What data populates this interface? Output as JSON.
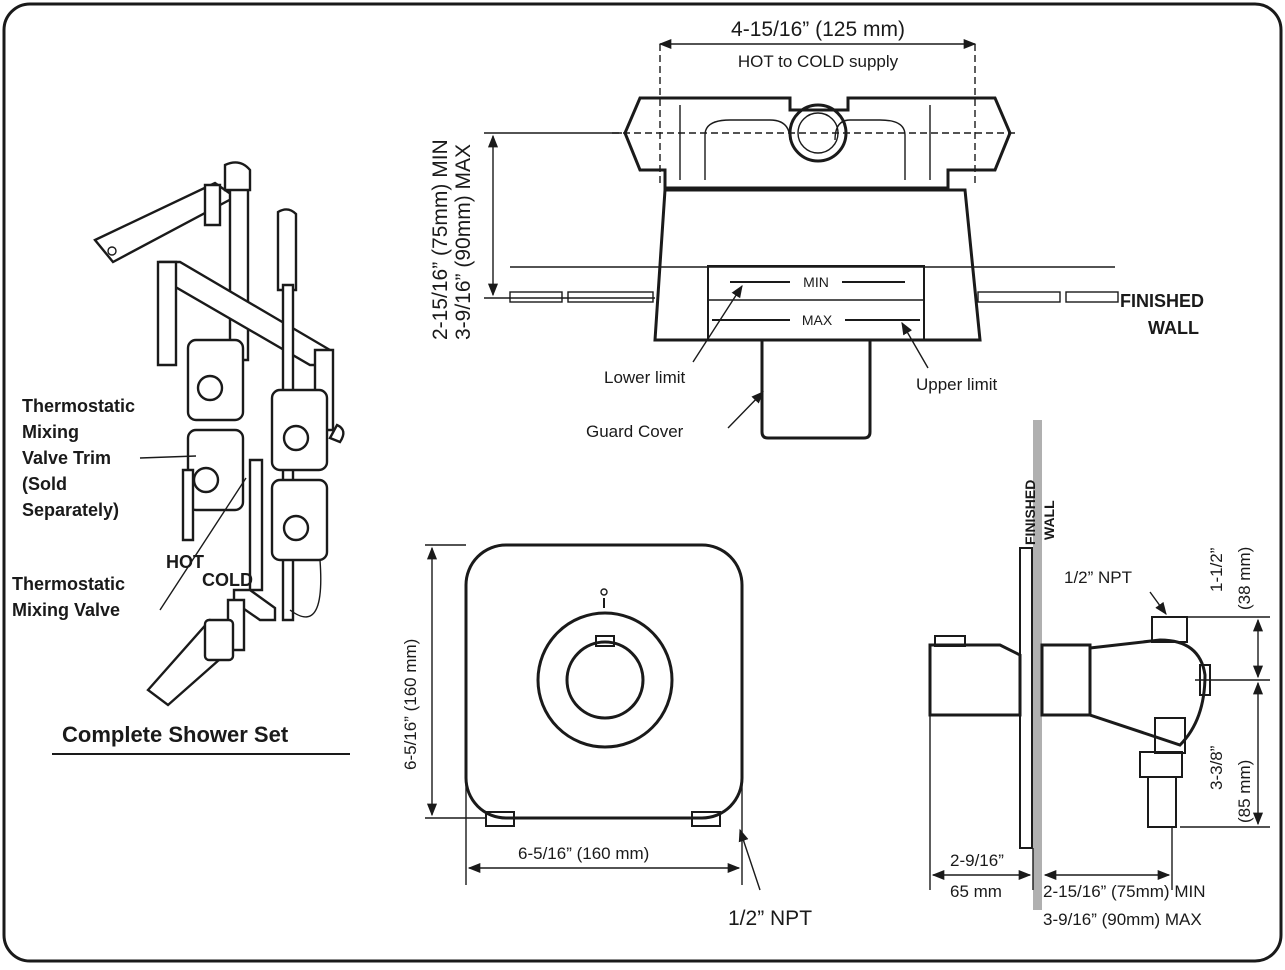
{
  "top_view": {
    "supply_width": "4-15/16” (125 mm)",
    "supply_caption": "HOT to COLD supply",
    "depth_min": "2-15/16” (75mm) MIN",
    "depth_max": "3-9/16” (90mm) MAX",
    "min_mark": "MIN",
    "max_mark": "MAX",
    "finished_wall_1": "FINISHED",
    "finished_wall_2": "WALL",
    "lower_limit": "Lower limit",
    "upper_limit": "Upper limit",
    "guard_cover": "Guard Cover"
  },
  "shower_set": {
    "trim_1": "Thermostatic",
    "trim_2": "Mixing",
    "trim_3": "Valve Trim",
    "trim_4": "(Sold",
    "trim_5": "Separately)",
    "hot": "HOT",
    "cold": "COLD",
    "valve_1": "Thermostatic",
    "valve_2": "Mixing Valve",
    "caption": "Complete Shower Set"
  },
  "front_view": {
    "height": "6-5/16” (160 mm)",
    "width": "6-5/16” (160 mm)",
    "npt": "1/2” NPT"
  },
  "side_view": {
    "finished_1": "FINISHED",
    "finished_2": "WALL",
    "npt": "1/2” NPT",
    "top_offset_1": "1-1/2”",
    "top_offset_2": "(38 mm)",
    "bottom_offset_1": "3-3/8”",
    "bottom_offset_2": "(85 mm)",
    "trim_depth_1": "2-9/16”",
    "trim_depth_2": "65 mm",
    "wall_min": "2-15/16” (75mm) MIN",
    "wall_max": "3-9/16” (90mm)  MAX"
  }
}
